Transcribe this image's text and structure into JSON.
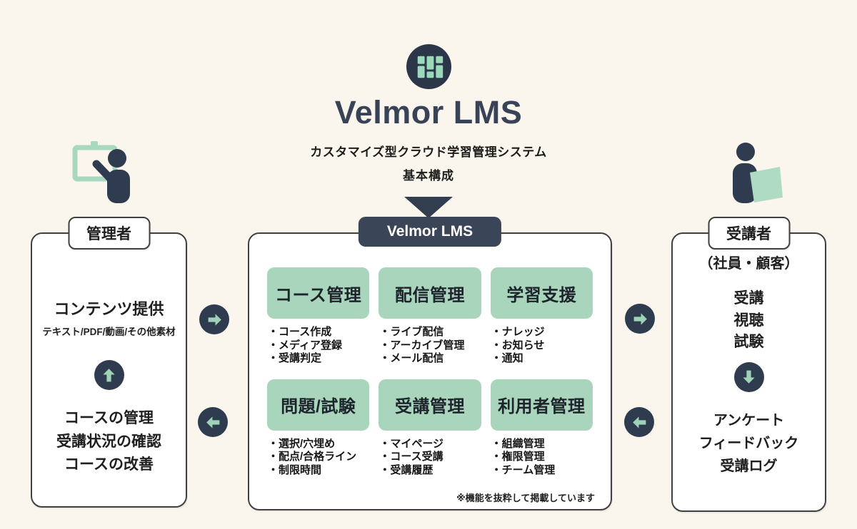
{
  "colors": {
    "background": "#FAF6EE",
    "navy": "#2F3B4E",
    "badge_navy": "#3A4557",
    "green": "#A9D5BC",
    "brand_text": "#394357"
  },
  "header": {
    "logo_icon": "grid-blocks-logo",
    "brand": "Velmor LMS",
    "tagline": "カスタマイズ型クラウド学習管理システム",
    "tagline2": "基本構成",
    "flow_icon": "down-triangle"
  },
  "admin_panel": {
    "actor_icon": "presenter-at-whiteboard",
    "label": "管理者",
    "provide_title": "コンテンツ提供",
    "provide_sub": "テキスト/PDF/動画/その他素材",
    "up_arrow_icon": "arrow-up-circle",
    "tasks": [
      "コースの管理",
      "受講状況の確認",
      "コースの改善"
    ]
  },
  "system_panel": {
    "label": "Velmor LMS",
    "modules": [
      {
        "title": "コース管理",
        "items": [
          "コース作成",
          "メディア登録",
          "受講判定"
        ]
      },
      {
        "title": "配信管理",
        "items": [
          "ライブ配信",
          "アーカイブ管理",
          "メール配信"
        ]
      },
      {
        "title": "学習支援",
        "items": [
          "ナレッジ",
          "お知らせ",
          "通知"
        ]
      },
      {
        "title": "問題/試験",
        "items": [
          "選択/穴埋め",
          "配点/合格ライン",
          "制限時間"
        ]
      },
      {
        "title": "受講管理",
        "items": [
          "マイページ",
          "コース受講",
          "受講履歴"
        ]
      },
      {
        "title": "利用者管理",
        "items": [
          "組織管理",
          "権限管理",
          "チーム管理"
        ]
      }
    ],
    "note": "※機能を抜粋して掲載しています"
  },
  "learner_panel": {
    "actor_icon": "person-with-laptop",
    "label": "受講者",
    "sub_label": "（社員・顧客）",
    "activities": [
      "受講",
      "視聴",
      "試験"
    ],
    "down_arrow_icon": "arrow-down-circle",
    "outputs": [
      "アンケート",
      "フィードバック",
      "受講ログ"
    ]
  },
  "flow_arrows": {
    "admin_to_system": "arrow-right-circle",
    "system_to_admin": "arrow-left-circle",
    "system_to_learner": "arrow-right-circle",
    "learner_to_system": "arrow-left-circle"
  }
}
